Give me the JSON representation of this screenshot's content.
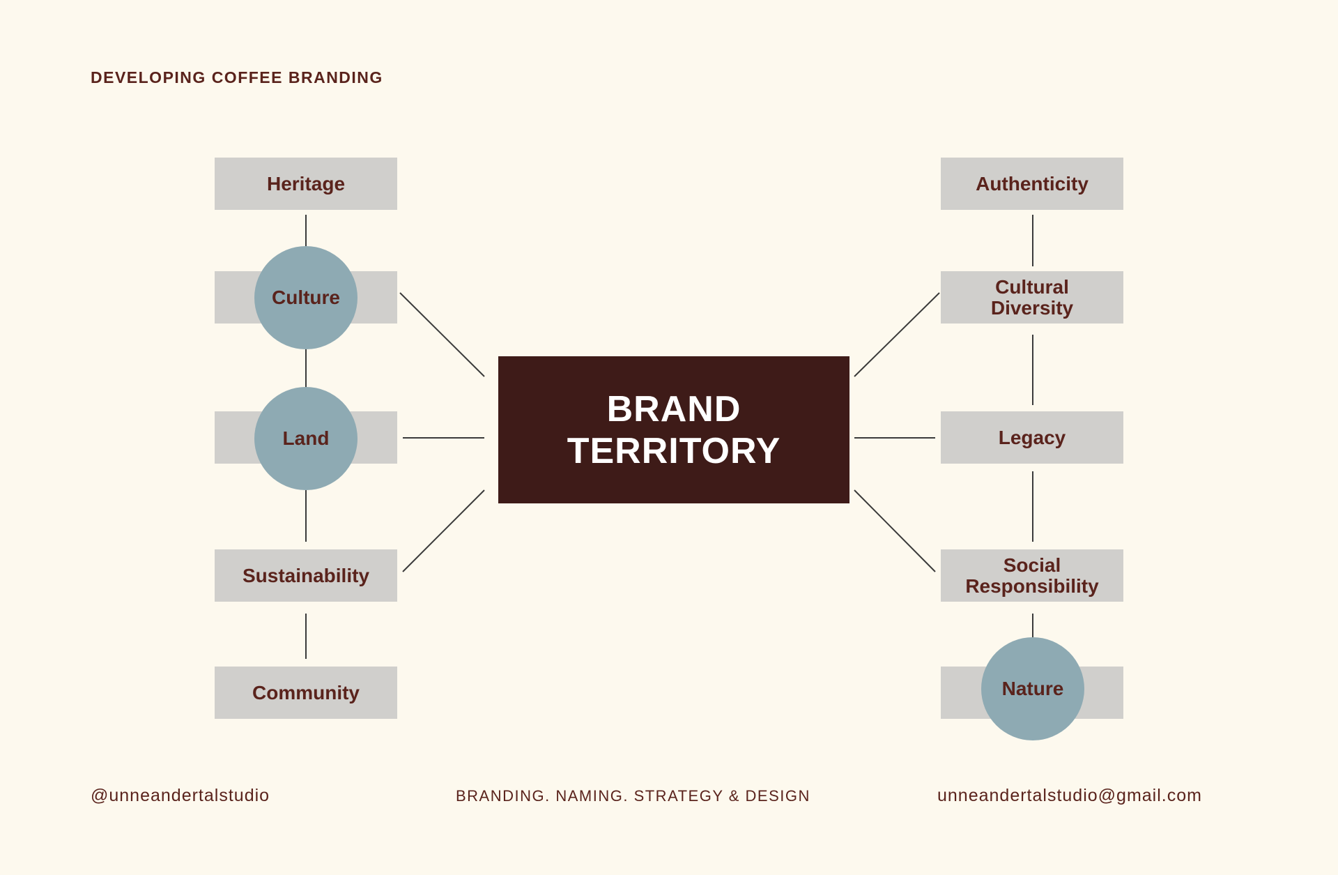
{
  "heading": "DEVELOPING COFFEE BRANDING",
  "center": {
    "line1": "BRAND",
    "line2": "TERRITORY"
  },
  "left": {
    "heritage": "Heritage",
    "culture": "Culture",
    "land": "Land",
    "sustainability": "Sustainability",
    "community": "Community"
  },
  "right": {
    "authenticity": "Authenticity",
    "cultural_diversity": {
      "line1": "Cultural",
      "line2": "Diversity"
    },
    "legacy": "Legacy",
    "social_responsibility": {
      "line1": "Social",
      "line2": "Responsibility"
    },
    "nature": "Nature"
  },
  "footer": {
    "handle": "@unneandertalstudio",
    "tagline": "BRANDING. NAMING. STRATEGY & DESIGN",
    "email": "unneandertalstudio@gmail.com"
  },
  "colors": {
    "background": "#fdf9ee",
    "node_fill": "#d0cfcc",
    "circle_fill": "#8eaab3",
    "center_fill": "#3e1b18",
    "text": "#5a231c",
    "connector": "#3a3a3a"
  }
}
